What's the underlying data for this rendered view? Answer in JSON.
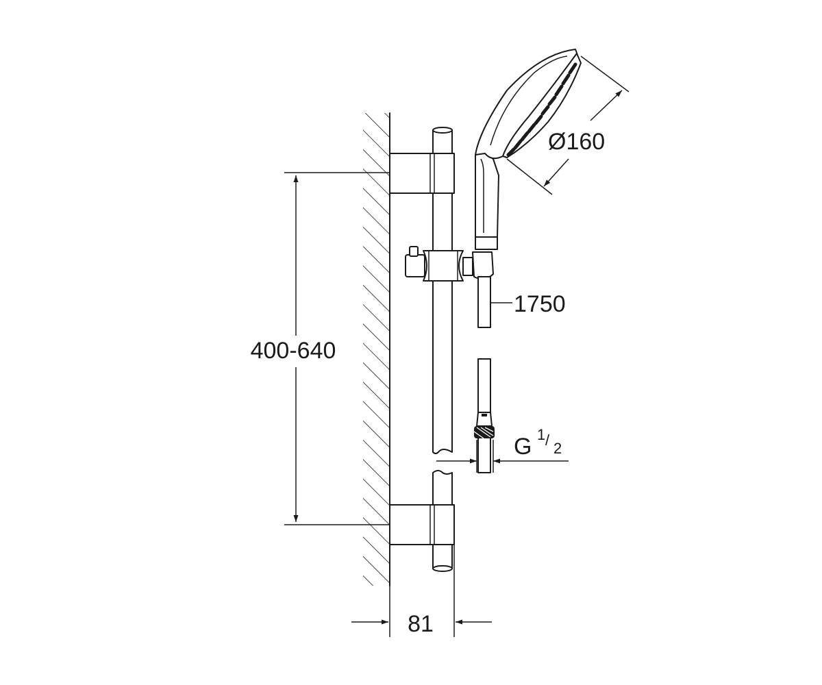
{
  "dimensions": {
    "height_range": "400-640",
    "width": "81",
    "hose_length": "1750",
    "head_diameter": "Ø160",
    "thread": {
      "prefix": "G",
      "numerator": "1",
      "slash": "/",
      "denominator": "2"
    }
  },
  "colors": {
    "line": "#1a1a1a",
    "background": "#ffffff"
  }
}
